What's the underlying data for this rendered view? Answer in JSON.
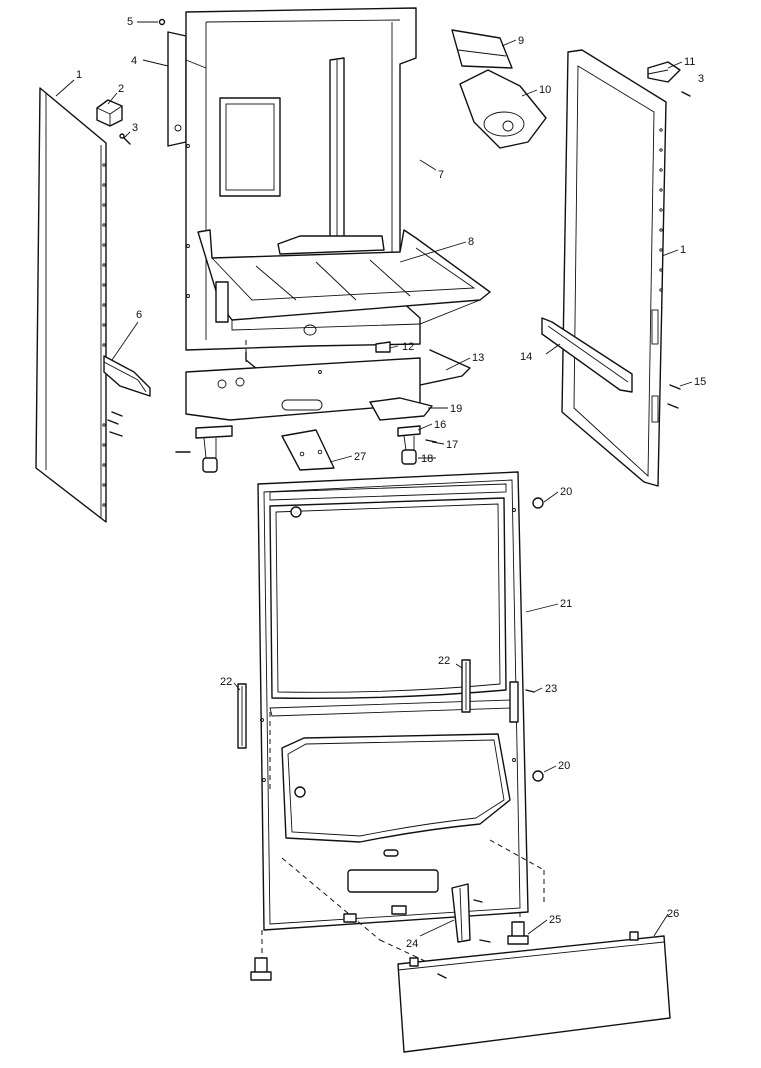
{
  "diagram": {
    "callouts": [
      "1",
      "2",
      "3",
      "4",
      "5",
      "6",
      "7",
      "8",
      "9",
      "10",
      "11",
      "3",
      "1",
      "12",
      "13",
      "14",
      "15",
      "19",
      "16",
      "17",
      "27",
      "18",
      "20",
      "21",
      "22",
      "22",
      "23",
      "20",
      "24",
      "25",
      "26"
    ]
  }
}
